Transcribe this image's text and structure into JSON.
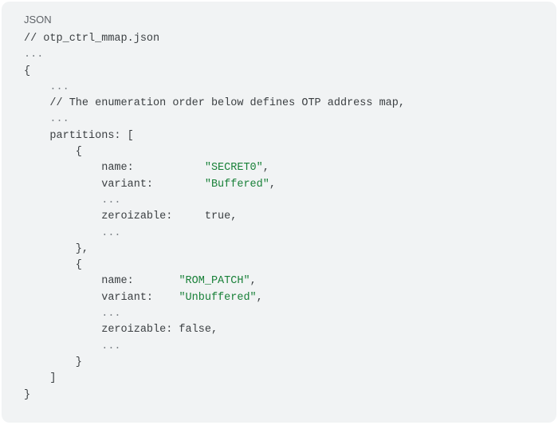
{
  "language_label": "JSON",
  "colors": {
    "background": "#f1f3f4",
    "text": "#3c4043",
    "string": "#188038"
  },
  "code_lines": [
    [
      {
        "t": "// otp_ctrl_mmap.json",
        "k": "cmt"
      }
    ],
    [
      {
        "t": "...",
        "k": "dots"
      }
    ],
    [
      {
        "t": "{",
        "k": "txt"
      }
    ],
    [
      {
        "t": "    ",
        "k": "txt"
      },
      {
        "t": "...",
        "k": "dots"
      }
    ],
    [
      {
        "t": "    // The enumeration order below defines OTP address map,",
        "k": "cmt"
      }
    ],
    [
      {
        "t": "    ",
        "k": "txt"
      },
      {
        "t": "...",
        "k": "dots"
      }
    ],
    [
      {
        "t": "    partitions: [",
        "k": "txt"
      }
    ],
    [
      {
        "t": "        {",
        "k": "txt"
      }
    ],
    [
      {
        "t": "            name:           ",
        "k": "txt"
      },
      {
        "t": "\"SECRET0\"",
        "k": "str"
      },
      {
        "t": ",",
        "k": "txt"
      }
    ],
    [
      {
        "t": "            variant:        ",
        "k": "txt"
      },
      {
        "t": "\"Buffered\"",
        "k": "str"
      },
      {
        "t": ",",
        "k": "txt"
      }
    ],
    [
      {
        "t": "            ",
        "k": "txt"
      },
      {
        "t": "...",
        "k": "dots"
      }
    ],
    [
      {
        "t": "            zeroizable:     true,",
        "k": "txt"
      }
    ],
    [
      {
        "t": "            ",
        "k": "txt"
      },
      {
        "t": "...",
        "k": "dots"
      }
    ],
    [
      {
        "t": "        },",
        "k": "txt"
      }
    ],
    [
      {
        "t": "        {",
        "k": "txt"
      }
    ],
    [
      {
        "t": "            name:       ",
        "k": "txt"
      },
      {
        "t": "\"ROM_PATCH\"",
        "k": "str"
      },
      {
        "t": ",",
        "k": "txt"
      }
    ],
    [
      {
        "t": "            variant:    ",
        "k": "txt"
      },
      {
        "t": "\"Unbuffered\"",
        "k": "str"
      },
      {
        "t": ",",
        "k": "txt"
      }
    ],
    [
      {
        "t": "            ",
        "k": "txt"
      },
      {
        "t": "...",
        "k": "dots"
      }
    ],
    [
      {
        "t": "            zeroizable: false,",
        "k": "txt"
      }
    ],
    [
      {
        "t": "            ",
        "k": "txt"
      },
      {
        "t": "...",
        "k": "dots"
      }
    ],
    [
      {
        "t": "        }",
        "k": "txt"
      }
    ],
    [
      {
        "t": "    ]",
        "k": "txt"
      }
    ],
    [
      {
        "t": "}",
        "k": "txt"
      }
    ]
  ]
}
